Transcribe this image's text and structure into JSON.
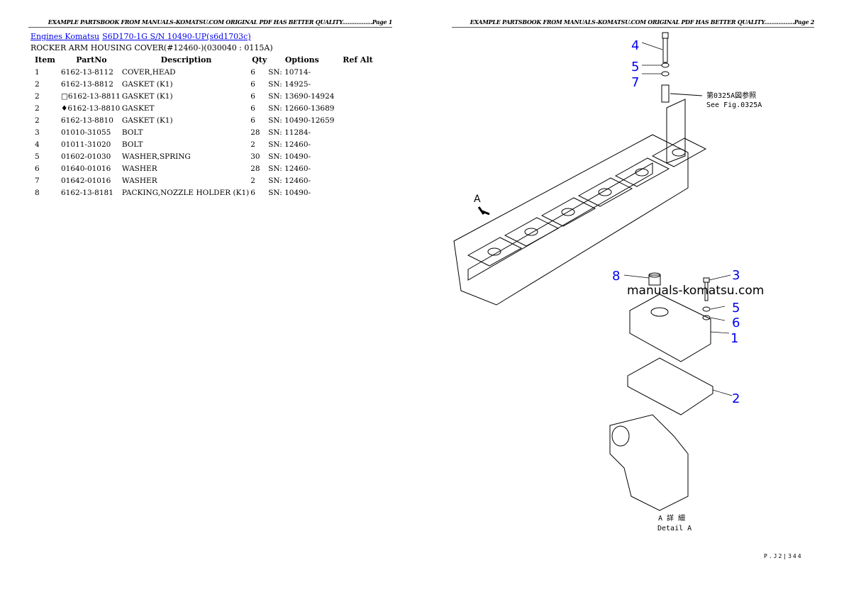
{
  "header_left": "EXAMPLE PARTSBOOK FROM MANUALS-KOMATSU.COM ORIGINAL PDF HAS BETTER QUALITY.................Page 1",
  "header_right": "EXAMPLE PARTSBOOK FROM MANUALS-KOMATSU.COM ORIGINAL PDF HAS BETTER QUALITY.................Page 2",
  "breadcrumb": {
    "link1": "Engines Komatsu",
    "link2": "S6D170-1G S/N 10490-UP(s6d1703c)"
  },
  "subtitle": "ROCKER ARM HOUSING COVER(#12460-)(030040 : 0115A)",
  "table": {
    "headers": [
      "Item",
      "PartNo",
      "Description",
      "Qty",
      "Options",
      "Ref Alt"
    ],
    "rows": [
      {
        "item": "1",
        "part": "6162-13-8112",
        "desc": "COVER,HEAD",
        "qty": "6",
        "opt": "SN: 10714-"
      },
      {
        "item": "2",
        "part": "6162-13-8812",
        "desc": "GASKET (K1)",
        "qty": "6",
        "opt": "SN: 14925-"
      },
      {
        "item": "2",
        "part": "□6162-13-8811",
        "desc": "GASKET (K1)",
        "qty": "6",
        "opt": "SN: 13690-14924"
      },
      {
        "item": "2",
        "part": "♦6162-13-8810",
        "desc": "GASKET",
        "qty": "6",
        "opt": "SN: 12660-13689"
      },
      {
        "item": "2",
        "part": "6162-13-8810",
        "desc": "GASKET (K1)",
        "qty": "6",
        "opt": "SN: 10490-12659"
      },
      {
        "item": "3",
        "part": "01010-31055",
        "desc": "BOLT",
        "qty": "28",
        "opt": "SN: 11284-"
      },
      {
        "item": "4",
        "part": "01011-31020",
        "desc": "BOLT",
        "qty": "2",
        "opt": "SN: 12460-"
      },
      {
        "item": "5",
        "part": "01602-01030",
        "desc": "WASHER,SPRING",
        "qty": "30",
        "opt": "SN: 10490-"
      },
      {
        "item": "6",
        "part": "01640-01016",
        "desc": "WASHER",
        "qty": "28",
        "opt": "SN: 12460-"
      },
      {
        "item": "7",
        "part": "01642-01016",
        "desc": "WASHER",
        "qty": "2",
        "opt": "SN: 12460-"
      },
      {
        "item": "8",
        "part": "6162-13-8181",
        "desc": "PACKING,NOZZLE HOLDER (K1)",
        "qty": "6",
        "opt": "SN: 10490-"
      }
    ]
  },
  "diagram": {
    "callouts": [
      "4",
      "5",
      "7",
      "8",
      "3",
      "5",
      "6",
      "1",
      "2"
    ],
    "see_fig_jp": "第0325A図参照",
    "see_fig_en": "See Fig.0325A",
    "view_marker": "A",
    "detail_jp": "A 詳 細",
    "detail_en": "Detail A",
    "watermark": "manuals-komatsu.com",
    "page_code": "P.J2|344"
  },
  "colors": {
    "link": "#0000ee",
    "callout": "#0000ee"
  }
}
